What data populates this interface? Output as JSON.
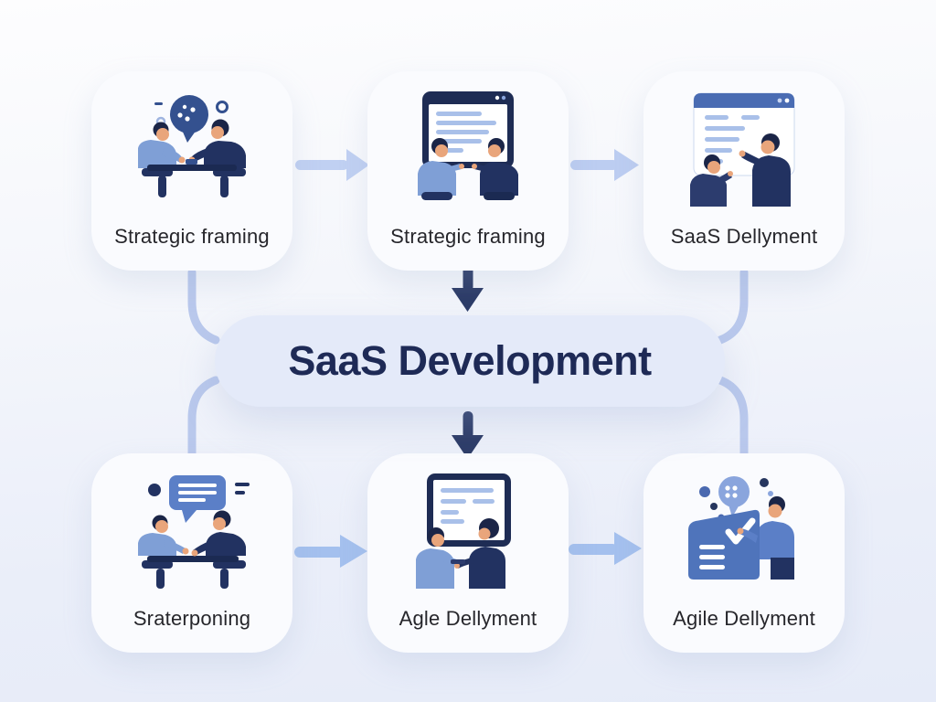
{
  "diagram": {
    "title": "SaaS Development",
    "nodes": [
      {
        "label": "Strategic framing",
        "icon": "two-people-discussion-table-icon"
      },
      {
        "label": "Strategic framing",
        "icon": "two-people-screen-review-icon"
      },
      {
        "label": "SaaS Dellyment",
        "icon": "browser-presentation-icon"
      },
      {
        "label": "Sraterponing",
        "icon": "feedback-bubble-table-icon"
      },
      {
        "label": "Agle Dellyment",
        "icon": "screen-handoff-icon"
      },
      {
        "label": "Agile Dellyment",
        "icon": "task-board-checklist-icon"
      }
    ],
    "flow": {
      "top_row": [
        "Strategic framing",
        "Strategic framing",
        "SaaS Dellyment"
      ],
      "bottom_row": [
        "Sraterponing",
        "Agle Dellyment",
        "Agile Dellyment"
      ],
      "center": "SaaS Development"
    },
    "colors": {
      "background_top": "#fdfdfe",
      "background_bottom": "#e6ebf8",
      "card_background": "#fafbfe",
      "label_text": "#26262b",
      "banner_background": "#e4eaf9",
      "banner_text": "#1e2a56",
      "dark_arrow": "#2b3a66",
      "light_arrow_top": "#c0d0f2",
      "light_arrow_bottom": "#a4c0ee",
      "connector": "#b9c8ec",
      "navy": "#223261",
      "hair": "#1b2547",
      "mid_blue": "#4a6cb3",
      "board_blue": "#4f74bb",
      "bubble_blue": "#34518f",
      "light_blue_shirt": "#7f9fd6",
      "line_blue": "#a9c0e9",
      "skin": "#e9a57b"
    }
  }
}
